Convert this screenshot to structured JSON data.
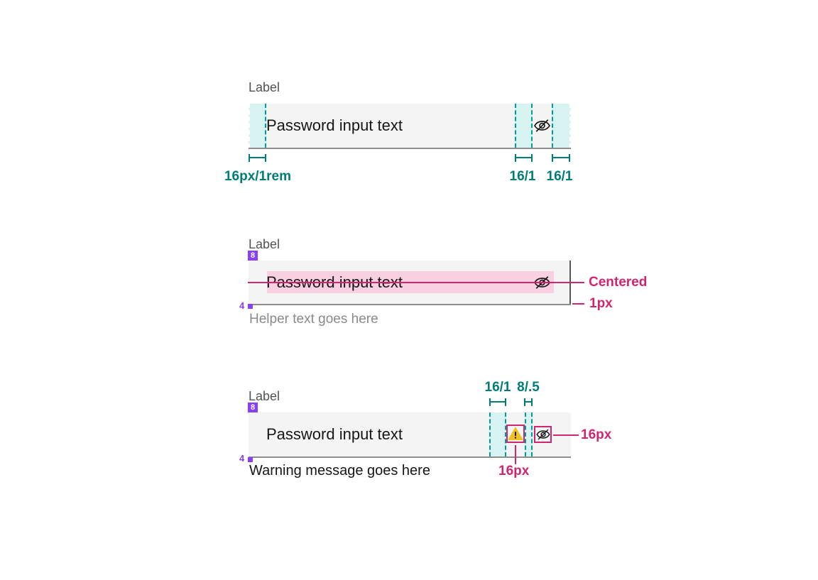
{
  "colors": {
    "canvas_bg": "#ffffff",
    "input_bg": "#f4f4f4",
    "input_border": "#8d8d8d",
    "input_text": "#161616",
    "label_gray": "#525252",
    "helper_gray": "#8a8a8a",
    "teal_text": "#007d79",
    "teal_dash": "#009d9a",
    "teal_fill": "#d7f4f2",
    "magenta": "#d02670",
    "pink_fill": "#f8d0e2",
    "purple": "#8a3ffc",
    "warning_yellow": "#f1c21b",
    "edge_gray": "#565656"
  },
  "icons": {
    "visibility_toggle": "view-off-icon",
    "warning_state": "warning-filled-icon"
  },
  "spec_default": {
    "label": "Label",
    "input_text": "Password input text",
    "measure_left_padding": "16px/1rem",
    "measure_icon_gap": "16/1",
    "measure_right_padding": "16/1"
  },
  "spec_centered": {
    "label": "Label",
    "spacing_label_token": "8",
    "input_text": "Password input text",
    "callout_centered": "Centered",
    "callout_border_width": "1px",
    "spacing_helper_token": "4",
    "helper_text": "Helper text goes here"
  },
  "spec_warning": {
    "label": "Label",
    "spacing_label_token": "8",
    "input_text": "Password input text",
    "measure_text_gap": "16/1",
    "measure_icon_gap": "8/.5",
    "callout_icon_size": "16px",
    "callout_warning_icon_size": "16px",
    "spacing_helper_token": "4",
    "warning_text": "Warning message goes here"
  }
}
